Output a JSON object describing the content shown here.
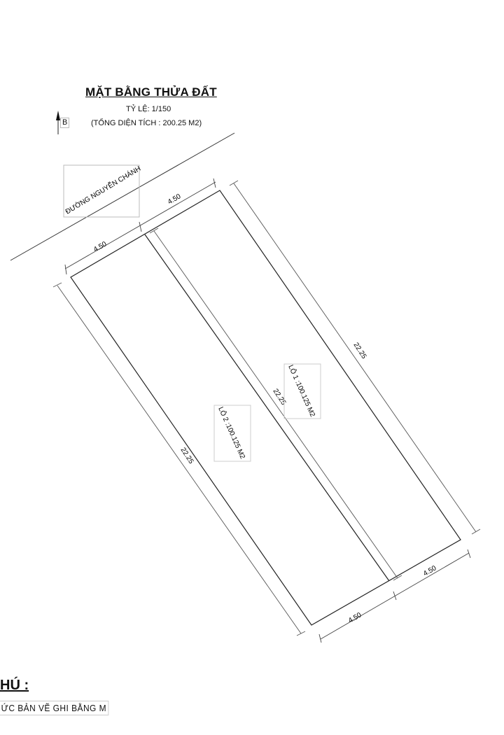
{
  "header": {
    "title": "MẶT BẰNG THỬA ĐẤT",
    "scale": "TỶ LỆ: 1/150",
    "total_area": "(TỔNG DIỆN TÍCH : 200.25 M2)"
  },
  "north_arrow": {
    "label": "B",
    "icon": "north-arrow-icon"
  },
  "road": {
    "label": "ĐƯỜNG NGUYỄN CHÁNH"
  },
  "lots": [
    {
      "label": "LÔ 1 :100.125 M2"
    },
    {
      "label": "LÔ 2 :100.125 M2"
    }
  ],
  "dimensions": {
    "front_lot2": "4.50",
    "front_lot1": "4.50",
    "back_lot2": "4.50",
    "back_lot1": "4.50",
    "left_depth": "22.25",
    "middle_depth": "22.25",
    "right_depth": "22.25"
  },
  "notes": {
    "title": "HÚ :",
    "text": "ỨC BẢN VẼ GHI BẰNG M"
  }
}
